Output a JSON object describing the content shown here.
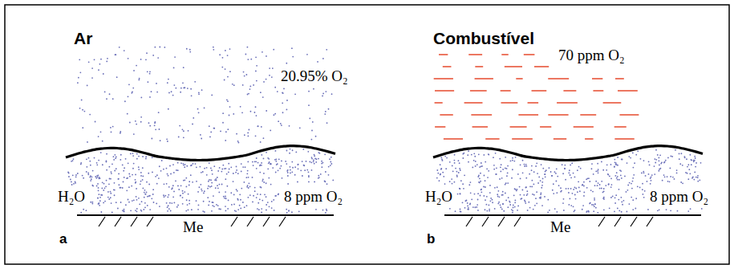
{
  "diagram": {
    "labels": [
      "Ar",
      "Combustível",
      "20.95% O₂",
      "H₂O",
      "8 ppm O₂",
      "Me",
      "a",
      "70 ppm O₂",
      "H₂O",
      "8 ppm O₂",
      "Me",
      "b"
    ]
  }
}
